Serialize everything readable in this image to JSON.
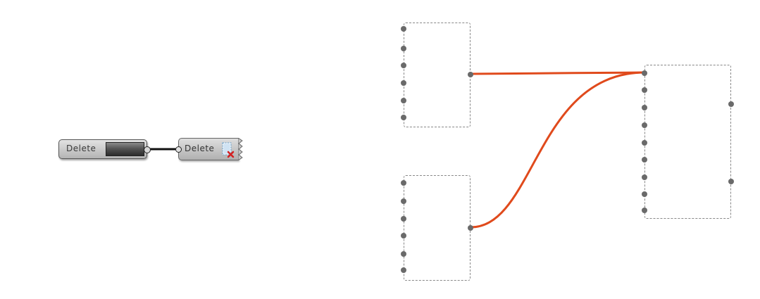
{
  "canvas": {
    "background": "#ffffff",
    "wire_color_active": "#e04a1c",
    "wire_color_default": "#111111"
  },
  "button_component": {
    "label": "Delete",
    "state_fill": "dark"
  },
  "delete_component": {
    "label": "Delete",
    "icon": "delete-file-icon"
  },
  "placeholder_components": [
    {
      "name": "top-left-component",
      "input_count": 6,
      "output_count": 1
    },
    {
      "name": "bottom-left-component",
      "input_count": 6,
      "output_count": 1
    },
    {
      "name": "right-component",
      "input_count": 9,
      "output_count": 2
    }
  ]
}
